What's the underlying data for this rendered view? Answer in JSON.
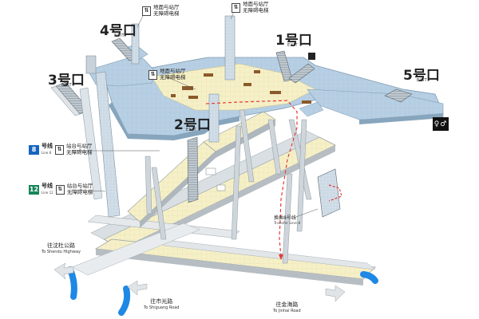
{
  "exits": [
    {
      "id": "exit-1",
      "number": "1号口",
      "label": "EXIT"
    },
    {
      "id": "exit-2",
      "number": "2号口",
      "label": "EXIT"
    },
    {
      "id": "exit-3",
      "number": "3号口",
      "label": "EXIT"
    },
    {
      "id": "exit-4",
      "number": "4号口",
      "label": "EXIT"
    },
    {
      "id": "exit-5",
      "number": "5号口",
      "label": "EXIT"
    }
  ],
  "elevator_tags": {
    "street_to_hall_a": {
      "line1": "地面与站厅",
      "line2": "无障碍电梯"
    },
    "street_to_hall_b": {
      "line1": "地面与站厅",
      "line2": "无障碍电梯"
    },
    "street_to_hall_c": {
      "line1": "地面与站厅",
      "line2": "无障碍电梯"
    }
  },
  "line_tags": [
    {
      "badge": "8",
      "name": "号线",
      "sub": "Line 8",
      "line1": "站台与站厅",
      "line2": "无障碍电梯",
      "color": "#1565c0"
    },
    {
      "badge": "12",
      "name": "号线",
      "sub": "Line 12",
      "line1": "站台与站厅",
      "line2": "无障碍电梯",
      "color": "#15855a"
    }
  ],
  "transfer": {
    "text": "换乘8号线",
    "sub": "Transfer Line 8"
  },
  "directions": [
    {
      "cn": "往沈杜公路",
      "en": "To Shendu Highway"
    },
    {
      "cn": "往市光路",
      "en": "To Shiguang Road"
    },
    {
      "cn": "往金海路",
      "en": "To Jinhai Road"
    }
  ],
  "toilet": {
    "label": "♀♂"
  },
  "colors": {
    "concourse": "#a9c5dc",
    "platform_floor": "#f4eec4",
    "track_blue": "#1e88e5",
    "transfer_path": "#e53935",
    "line8": "#1565c0",
    "line12": "#15855a"
  }
}
